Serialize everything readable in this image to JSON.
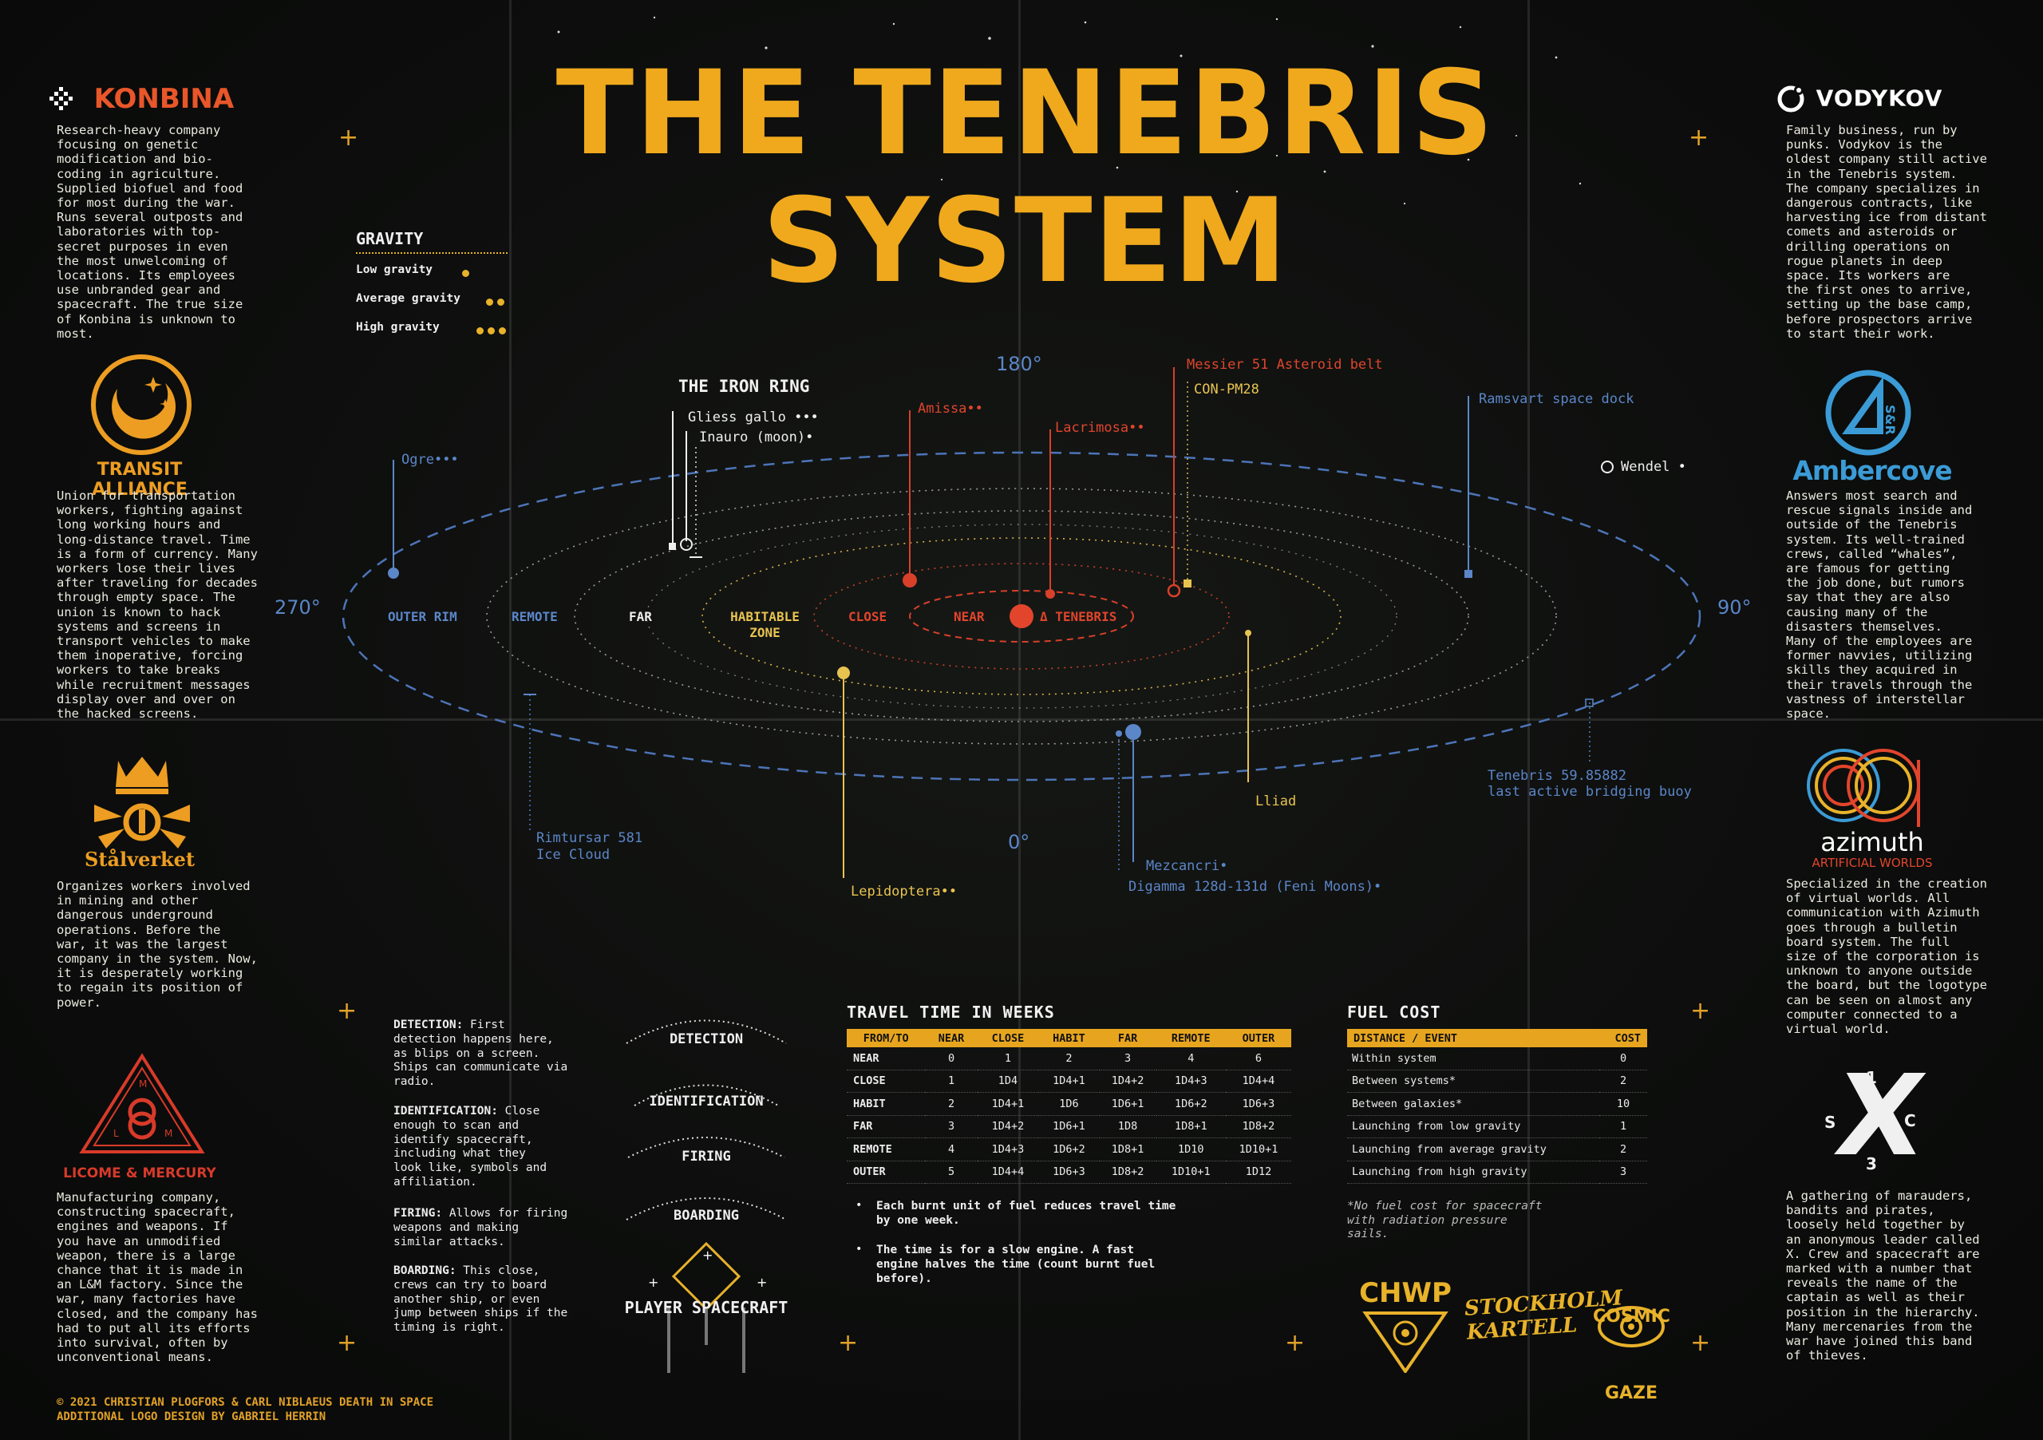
{
  "title": "THE TENEBRIS SYSTEM",
  "gravity": {
    "heading": "GRAVITY",
    "rows": [
      {
        "label": "Low gravity",
        "dots": 1
      },
      {
        "label": "Average gravity",
        "dots": 2
      },
      {
        "label": "High gravity",
        "dots": 3
      }
    ]
  },
  "companies": {
    "konbina": {
      "name": "KONBINA",
      "text": "Research-heavy company\nfocusing on genetic\nmodification and bio-\ncoding in agriculture.\nSupplied biofuel and food\nfor most during the war.\nRuns several outposts and\nlaboratories with top-\nsecret purposes in even\nthe most unwelcoming of\nlocations. Its employees\nuse unbranded gear and\nspacecraft. The true size\nof Konbina is unknown to\nmost."
    },
    "transit": {
      "name": "TRANSIT ALLIANCE",
      "text": "Union for transportation\nworkers, fighting against\nlong working hours and\nlong-distance travel. Time\nis a form of currency. Many\nworkers lose their lives\nafter traveling for decades\nthrough empty space. The\nunion is known to hack\nsystems and screens in\ntransport vehicles to make\nthem inoperative, forcing\nworkers to take breaks\nwhile recruitment messages\ndisplay over and over on\nthe hacked screens."
    },
    "stalverket": {
      "name": "Stålverket",
      "text": "Organizes workers involved\nin mining and other\ndangerous underground\noperations. Before the\nwar, it was the largest\ncompany in the system. Now,\nit is desperately working\nto regain its position of\npower."
    },
    "licome": {
      "name": "LICOME & MERCURY",
      "text": "Manufacturing company,\nconstructing spacecraft,\nengines and weapons. If\nyou have an unmodified\nweapon, there is a large\nchance that it is made in\nan L&M factory. Since the\nwar, many factories have\nclosed, and the company has\nhad to put all its efforts\ninto survival, often by\nunconventional means."
    },
    "vodykov": {
      "name": "VODYKOV",
      "text": "Family business, run by\npunks. Vodykov is the\noldest company still active\nin the Tenebris system.\nThe company specializes in\ndangerous contracts, like\nharvesting ice from distant\ncomets and asteroids or\ndrilling operations on\nrogue planets in deep\nspace. Its workers are\nthe first ones to arrive,\nsetting up the base camp,\nbefore prospectors arrive\nto start their work."
    },
    "ambercove": {
      "name": "Ambercove",
      "badge": "S&R",
      "text": "Answers most search and\nrescue signals inside and\noutside of the Tenebris\nsystem. Its well-trained\ncrews, called “whales”,\nare famous for getting\nthe job done, but rumors\nsay that they are also\ncausing many of the\ndisasters themselves.\nMany of the employees are\nformer navvies, utilizing\nskills they acquired in\ntheir travels through the\nvastness of interstellar\nspace."
    },
    "azimuth": {
      "name": "azimuth",
      "sub": "ARTIFICIAL WORLDS",
      "text": "Specialized in the creation\nof virtual worlds. All\ncommunication with Azimuth\ngoes through a bulletin\nboard system. The full\nsize of the corporation is\nunknown to anyone outside\nthe board, but the logotype\ncan be seen on almost any\ncomputer connected to a\nvirtual world."
    },
    "x": {
      "name": "X",
      "letters": [
        "1",
        "S",
        "C",
        "3"
      ],
      "text": "A gathering of marauders,\nbandits and pirates,\nloosely held together by\nan anonymous leader called\nX. Crew and spacecraft are\nmarked with a number that\nreveals the name of the\ncaptain as well as their\nposition in the hierarchy.\nMany mercenaries from the\nwar have joined this band\nof thieves."
    }
  },
  "map": {
    "degrees": {
      "top": "180°",
      "left": "270°",
      "right": "90°",
      "bottom": "0°"
    },
    "zones": [
      "OUTER RIM",
      "REMOTE",
      "FAR",
      "HABITABLE\nZONE",
      "CLOSE",
      "NEAR",
      "Δ TENEBRIS"
    ],
    "iron_ring": "THE IRON RING",
    "bodies": [
      {
        "label": "Gliess gallo",
        "dots": "•••"
      },
      {
        "label": "Inauro (moon)",
        "dots": "•"
      },
      {
        "label": "Ogre",
        "dots": "•••"
      },
      {
        "label": "Amissa",
        "dots": "••"
      },
      {
        "label": "Lacrimosa",
        "dots": "••"
      },
      {
        "label": "Messier 51 Asteroid belt",
        "dots": ""
      },
      {
        "label": "CON-PM28",
        "dots": ""
      },
      {
        "label": "Ramsvart space dock",
        "dots": ""
      },
      {
        "label": "Wendel",
        "dots": "•"
      },
      {
        "label": "Rimtursar 581\nIce Cloud",
        "dots": ""
      },
      {
        "label": "Lepidoptera",
        "dots": "••"
      },
      {
        "label": "Mezcancri",
        "dots": "•"
      },
      {
        "label": "Digamma 128d-131d (Feni Moons)",
        "dots": "•"
      },
      {
        "label": "Lliad",
        "dots": ""
      },
      {
        "label": "Tenebris 59.85882\nlast active bridging buoy",
        "dots": ""
      }
    ]
  },
  "combat": {
    "items": [
      {
        "head": "DETECTION:",
        "text": " First\ndetection happens here,\nas blips on a screen.\nShips can communicate via\nradio."
      },
      {
        "head": "IDENTIFICATION:",
        "text": " Close\nenough to scan and\nidentify spacecraft,\nincluding what they\nlook like, symbols and\naffiliation."
      },
      {
        "head": "FIRING:",
        "text": " Allows for firing\nweapons and making\nsimilar attacks."
      },
      {
        "head": "BOARDING:",
        "text": " This close,\ncrews can try to board\nanother ship, or even\njump between ships if the\ntiming is right."
      }
    ],
    "ladder": [
      "DETECTION",
      "IDENTIFICATION",
      "FIRING",
      "BOARDING"
    ],
    "player": "PLAYER SPACECRAFT"
  },
  "travel": {
    "heading": "TRAVEL TIME IN WEEKS",
    "headers": [
      "FROM/TO",
      "NEAR",
      "CLOSE",
      "HABIT",
      "FAR",
      "REMOTE",
      "OUTER"
    ],
    "rows": [
      [
        "NEAR",
        "0",
        "1",
        "2",
        "3",
        "4",
        "6"
      ],
      [
        "CLOSE",
        "1",
        "1D4",
        "1D4+1",
        "1D4+2",
        "1D4+3",
        "1D4+4"
      ],
      [
        "HABIT",
        "2",
        "1D4+1",
        "1D6",
        "1D6+1",
        "1D6+2",
        "1D6+3"
      ],
      [
        "FAR",
        "3",
        "1D4+2",
        "1D6+1",
        "1D8",
        "1D8+1",
        "1D8+2"
      ],
      [
        "REMOTE",
        "4",
        "1D4+3",
        "1D6+2",
        "1D8+1",
        "1D10",
        "1D10+1"
      ],
      [
        "OUTER",
        "5",
        "1D4+4",
        "1D6+3",
        "1D8+2",
        "1D10+1",
        "1D12"
      ]
    ],
    "notes": [
      "Each burnt unit of fuel reduces travel time\nby one week.",
      "The time is for a slow engine. A fast\nengine halves the time (count burnt fuel\nbefore)."
    ]
  },
  "fuel": {
    "heading": "FUEL COST",
    "headers": [
      "DISTANCE / EVENT",
      "COST"
    ],
    "rows": [
      [
        "Within system",
        "0"
      ],
      [
        "Between systems*",
        "2"
      ],
      [
        "Between galaxies*",
        "10"
      ],
      [
        "Launching from low gravity",
        "1"
      ],
      [
        "Launching from average gravity",
        "2"
      ],
      [
        "Launching from high gravity",
        "3"
      ]
    ],
    "footnote": "*No fuel cost for spacecraft\nwith radiation pressure\nsails."
  },
  "bottom_logos": {
    "chwp": "CHWP",
    "stockholm": "STOCKHOLM\nKARTELL",
    "cosmic": "COSMIC\nGAZE"
  },
  "credits": [
    "© 2021 CHRISTIAN PLOGFORS & CARL NIBLAEUS DEATH IN SPACE",
    "ADDITIONAL LOGO DESIGN BY GABRIEL HERRIN"
  ],
  "colors": {
    "gold": "#f0a91d",
    "blue": "#5b86c8",
    "red": "#e0452c",
    "yellow": "#e8c350"
  }
}
